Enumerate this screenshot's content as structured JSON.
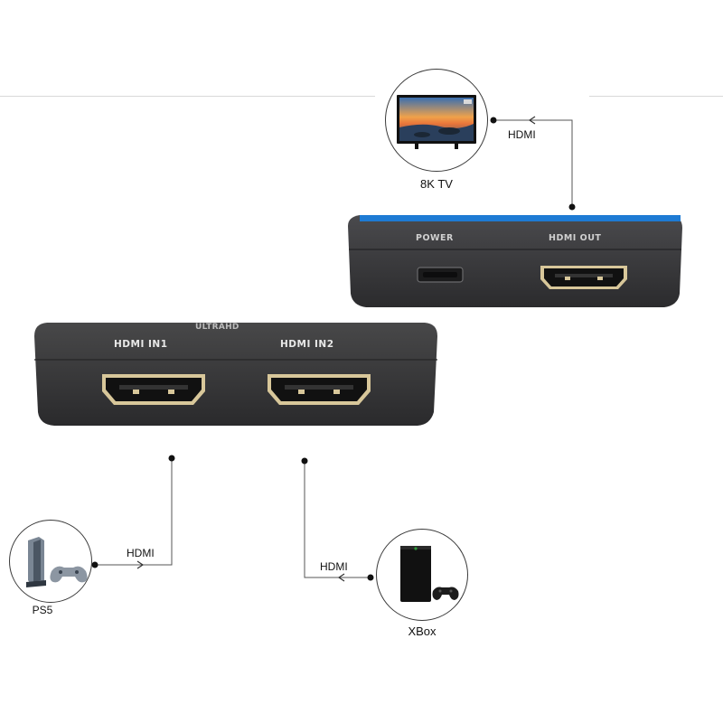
{
  "devices": {
    "tv": {
      "label": "8K TV"
    },
    "ps5": {
      "label": "PS5"
    },
    "xbox": {
      "label": "XBox"
    }
  },
  "wires": {
    "tv": "HDMI",
    "ps5": "HDMI",
    "xbox": "HDMI"
  },
  "switch_output": {
    "power_label": "POWER",
    "hdmi_out_label": "HDMI OUT"
  },
  "switch_input": {
    "brand": "ULTRAHD",
    "in1_label": "HDMI IN1",
    "in2_label": "HDMI IN2"
  },
  "colors": {
    "device_body": "#3a3a3c",
    "accent_blue": "#1e7bd4",
    "port_gold": "#d8c79a"
  }
}
